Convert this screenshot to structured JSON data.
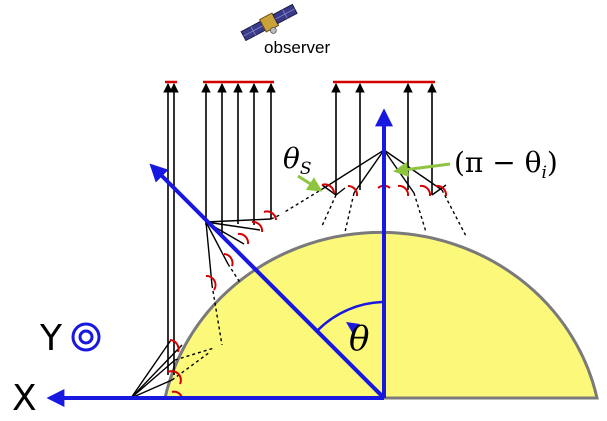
{
  "observer": {
    "label": "observer"
  },
  "axes": {
    "x_label": "X",
    "y_label": "Y"
  },
  "labels": {
    "theta_s_main": "θ",
    "theta_s_sub": "S",
    "pi_minus_theta_i": "(π − θ",
    "pi_minus_theta_i_sub": "i",
    "pi_minus_theta_i_close": ")",
    "theta": "θ"
  },
  "colors": {
    "hemisphere_fill": "#fcf97a",
    "hemisphere_edge": "#7a7a7a",
    "axis_blue": "#1818e0",
    "detector_red": "#d40000",
    "pointer_green": "#8ec43f",
    "ray_black": "#000000"
  }
}
